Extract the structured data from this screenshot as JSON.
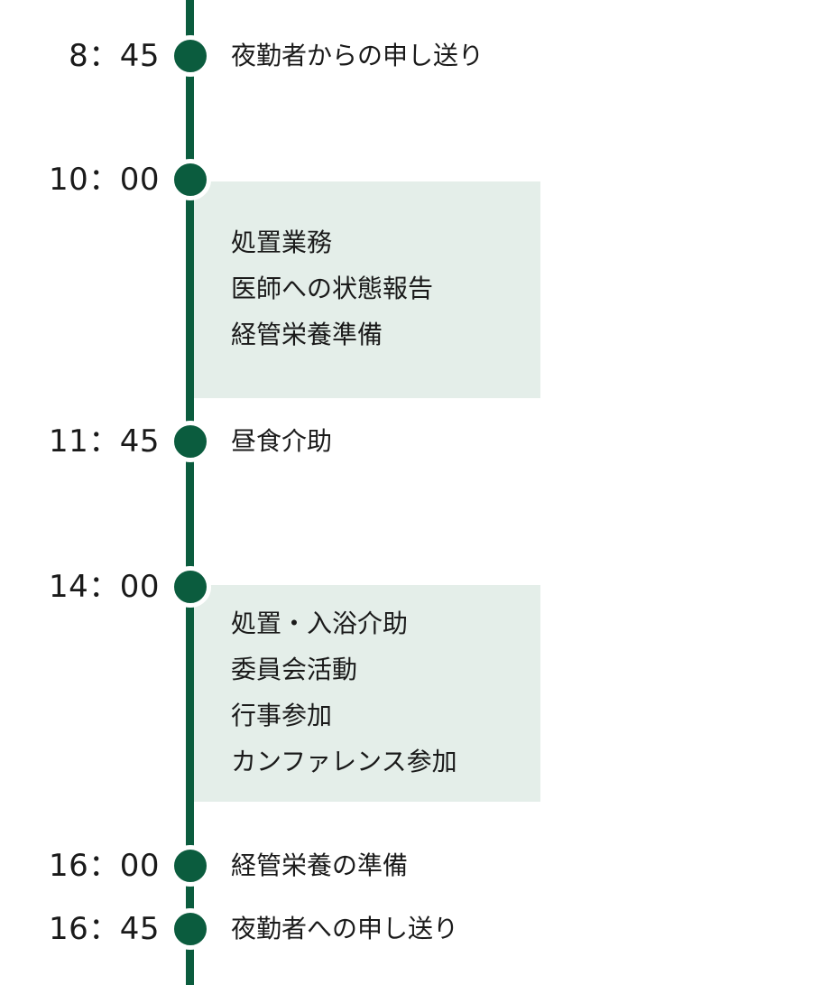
{
  "schedule": [
    {
      "time": "8：45",
      "task": "夜勤者からの申し送り"
    },
    {
      "time": "10：00",
      "tasks": [
        "処置業務",
        "医師への状態報告",
        "経管栄養準備"
      ]
    },
    {
      "time": "11：45",
      "task": "昼食介助"
    },
    {
      "time": "14：00",
      "tasks": [
        "処置・入浴介助",
        "委員会活動",
        "行事参加",
        "カンファレンス参加"
      ]
    },
    {
      "time": "16：00",
      "task": "経管栄養の準備"
    },
    {
      "time": "16：45",
      "task": "夜勤者への申し送り"
    }
  ],
  "colors": {
    "line": "#0b5c3e",
    "dot": "#0b5c3e",
    "box": "#e4eee9",
    "text": "#1a1a1a"
  }
}
